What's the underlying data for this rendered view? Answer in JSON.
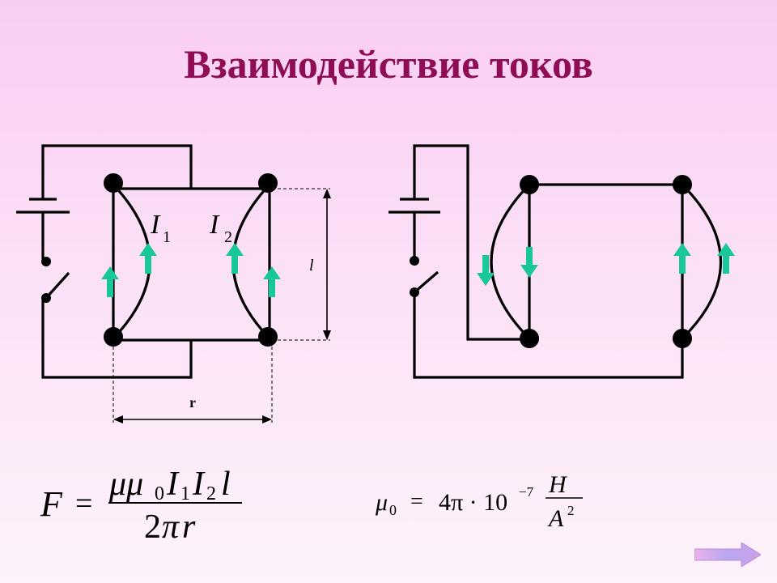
{
  "title": "Взаимодействие токов",
  "labels": {
    "current1": "I",
    "current1_sub": "1",
    "current2": "I",
    "current2_sub": "2",
    "length": "l",
    "distance": "r"
  },
  "formula_force": {
    "lhs": "F",
    "equals": "=",
    "num_mu": "μμ",
    "num_sub0": "0",
    "num_I1": "I",
    "num_sub1": "1",
    "num_I2": "I",
    "num_sub2": "2",
    "num_l": "l",
    "den_two": "2",
    "den_pi": "π",
    "den_r": "r"
  },
  "formula_mu0": {
    "mu": "μ",
    "sub0": "0",
    "equals": "=",
    "value": "4π · 10",
    "exponent": "−7",
    "num": "H",
    "den": "A",
    "den_exp": "2"
  },
  "colors": {
    "title": "#8e0d55",
    "arrow": "#19c89a",
    "background_top": "#f9cdf3",
    "background_bottom": "#fdf3fb"
  },
  "icons": {
    "next": "arrow-right-icon"
  }
}
